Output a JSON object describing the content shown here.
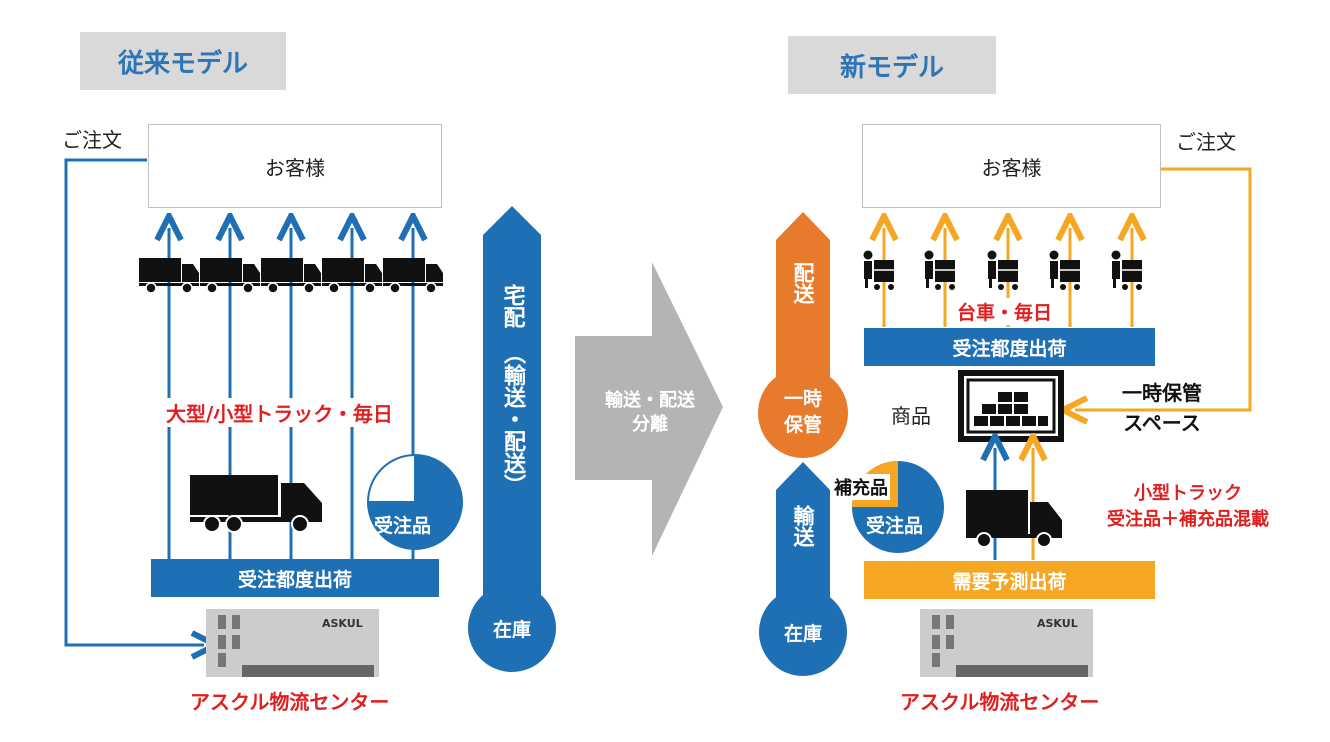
{
  "left": {
    "title": "従来モデル",
    "order_label": "ご注文",
    "customer": "お客様",
    "truck_caption": "大型/小型トラック・毎日",
    "ship_bar": "受注都度出荷",
    "pie_label": "受注品",
    "center_name": "アスクル物流センター",
    "building_sign": "ASKUL",
    "pipe_top": "宅配",
    "pipe_paren": "（輸送・配送）",
    "pipe_bottom": "在庫"
  },
  "middle": {
    "arrow_label_line1": "輸送・配送",
    "arrow_label_line2": "分離"
  },
  "right": {
    "title": "新モデル",
    "order_label": "ご注文",
    "customer": "お客様",
    "cart_caption": "台車・毎日",
    "ship_bar": "受注都度出荷",
    "goods_label": "商品",
    "storage_line1": "一時保管",
    "storage_line2": "スペース",
    "pie_label_top": "補充品",
    "pie_label": "受注品",
    "truck_caption_line1": "小型トラック",
    "truck_caption_line2": "受注品＋補充品混載",
    "forecast_bar": "需要予測出荷",
    "center_name": "アスクル物流センター",
    "building_sign": "ASKUL",
    "delivery": "配送",
    "temp_store_line1": "一時",
    "temp_store_line2": "保管",
    "transport": "輸送",
    "stock": "在庫"
  },
  "colors": {
    "blue": "#1f6fb5",
    "orange": "#e87a2b",
    "light_orange": "#f5a623",
    "red": "#e02020",
    "gray_arrow": "#b4b4b4",
    "title_bg": "#d9d9d9"
  }
}
